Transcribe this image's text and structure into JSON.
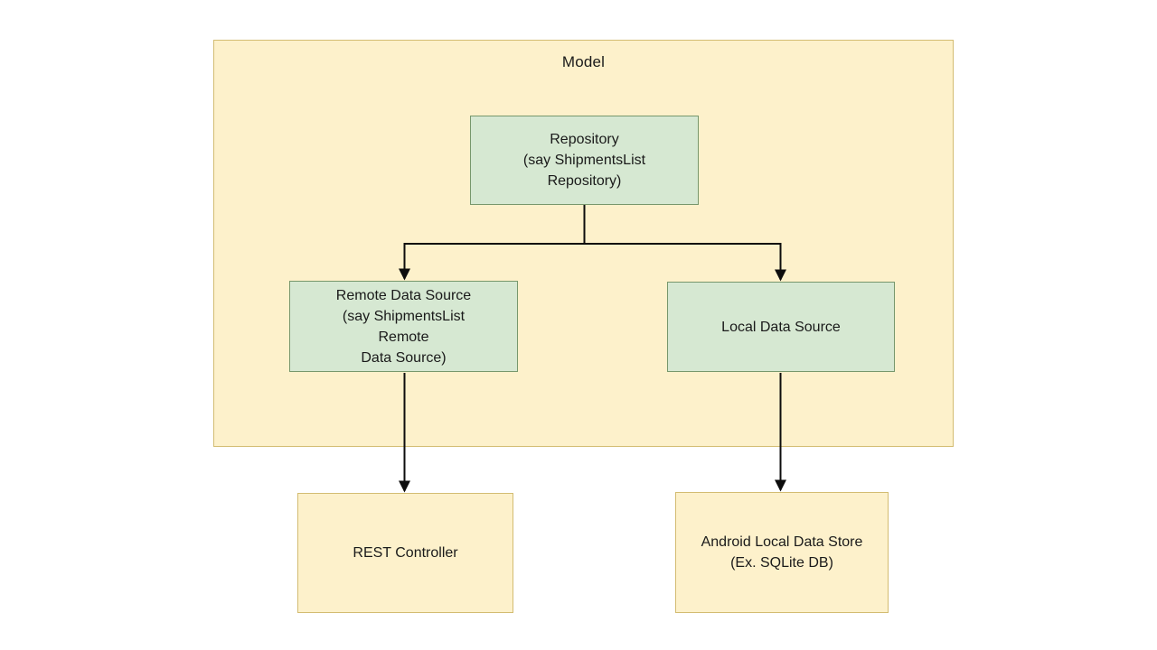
{
  "diagram": {
    "container": {
      "label": "Model"
    },
    "nodes": {
      "repository": {
        "label": "Repository\n(say ShipmentsList\nRepository)"
      },
      "remote_data_source": {
        "label": "Remote Data Source\n(say ShipmentsList\nRemote\nData Source)"
      },
      "local_data_source": {
        "label": "Local Data Source"
      },
      "rest_controller": {
        "label": "REST Controller"
      },
      "android_local_data_store": {
        "label": "Android Local Data Store\n(Ex. SQLite DB)"
      }
    },
    "edges": [
      {
        "from": "repository",
        "to": "remote_data_source"
      },
      {
        "from": "repository",
        "to": "local_data_source"
      },
      {
        "from": "remote_data_source",
        "to": "rest_controller"
      },
      {
        "from": "local_data_source",
        "to": "android_local_data_store"
      }
    ],
    "colors": {
      "background": "#ffffff",
      "container_fill": "#fdf1cb",
      "container_border": "#d3bc72",
      "green_node_fill": "#d6e8d2",
      "green_node_border": "#77976c",
      "yellow_node_fill": "#fdf1cb",
      "yellow_node_border": "#d3bc72",
      "arrow": "#0d0d0d",
      "text": "#1a1a1a"
    }
  }
}
